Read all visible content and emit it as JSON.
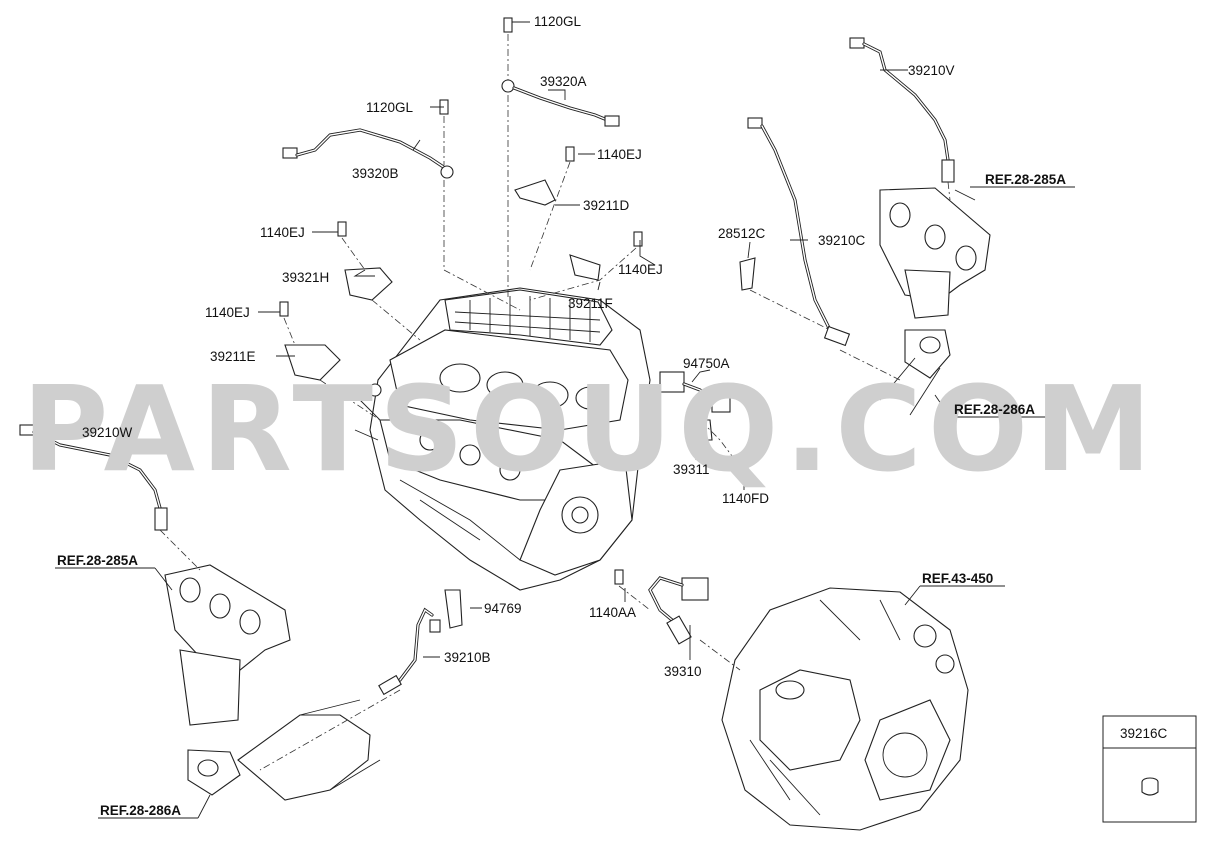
{
  "watermark": "PARTSOUQ.COM",
  "part_labels": {
    "l_1120GL_top": "1120GL",
    "l_39320A": "39320A",
    "l_1120GL_left": "1120GL",
    "l_39320B": "39320B",
    "l_1140EJ_a": "1140EJ",
    "l_39211D": "39211D",
    "l_1140EJ_b": "1140EJ",
    "l_1140EJ_c": "1140EJ",
    "l_39211F": "39211F",
    "l_39321H": "39321H",
    "l_1140EJ_d": "1140EJ",
    "l_39211E": "39211E",
    "l_39210W": "39210W",
    "l_39210V": "39210V",
    "l_28512C": "28512C",
    "l_39210C": "39210C",
    "l_94750A": "94750A",
    "l_39311": "39311",
    "l_1140FD": "1140FD",
    "l_94769": "94769",
    "l_39210B": "39210B",
    "l_1140AA": "1140AA",
    "l_39310": "39310"
  },
  "references": {
    "ref_285A_right": "REF.28-285A",
    "ref_286A_right": "REF.28-286A",
    "ref_285A_left": "REF.28-285A",
    "ref_286A_left": "REF.28-286A",
    "ref_43_450": "REF.43-450"
  },
  "inset_box": {
    "title": "39216C"
  }
}
